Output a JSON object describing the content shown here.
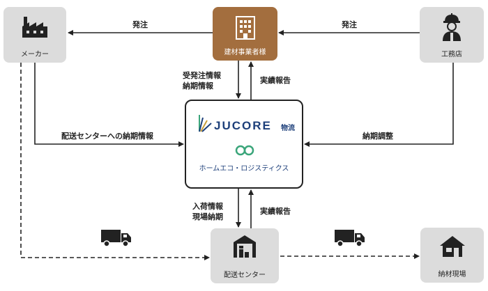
{
  "nodes": {
    "maker": "メーカー",
    "dealer": "建材事業者様",
    "contractor": "工務店",
    "center": "配送センター",
    "site": "納材現場"
  },
  "hub": {
    "brand1": "JUCORE",
    "brand1_suffix": "物流",
    "brand2": "ホームエコ・ロジスティクス"
  },
  "edges": {
    "order_left": "発注",
    "order_right": "発注",
    "dealer_to_hub": [
      "受発注情報",
      "納期情報"
    ],
    "hub_to_dealer": "実績報告",
    "maker_to_hub": "配送センターへの納期情報",
    "hub_to_contractor": "納期調整",
    "hub_to_center": [
      "入荷情報",
      "現場納期"
    ],
    "center_to_hub": "実績報告"
  },
  "colors": {
    "dealer_box": "#a36e3e",
    "node_box": "#dcdcdc",
    "hub_blue": "#1d3f7a",
    "hub_green": "#3aa57a"
  },
  "icons": [
    "factory-icon",
    "building-icon",
    "worker-icon",
    "warehouse-icon",
    "house-icon",
    "truck-icon"
  ]
}
